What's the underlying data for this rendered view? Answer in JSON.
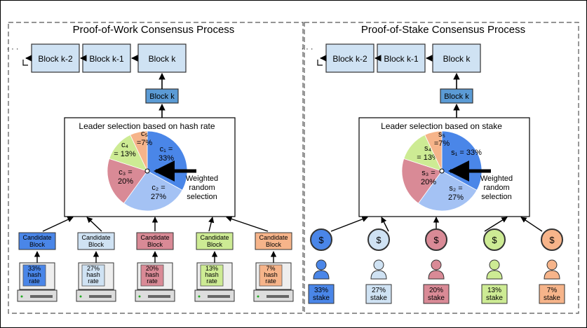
{
  "colors": {
    "blue": "#4a86e8",
    "light_blue": "#cfe2f3",
    "pale_blue": "#a4c2f4",
    "pink": "#d98a96",
    "green": "#cdeb94",
    "orange": "#f6b48a",
    "block_fill": "#cfe2f3",
    "block_k_fill": "#5b9bd5"
  },
  "pow": {
    "title": "Proof-of-Work Consensus Process",
    "chain": [
      "Block k-2",
      "Block k-1",
      "Block k"
    ],
    "ellipsis": "· · ·",
    "new_block": "Block k",
    "leader_title": "Leader selection based on hash rate",
    "selection_label": [
      "Weighted",
      "random",
      "selection"
    ],
    "slices": [
      {
        "value": 33,
        "color": "#4a86e8",
        "label": [
          "c₁ =",
          "33%"
        ]
      },
      {
        "value": 27,
        "color": "#a4c2f4",
        "label": [
          "c₂ =",
          "27%"
        ]
      },
      {
        "value": 20,
        "color": "#d98a96",
        "label": [
          "c₃ =",
          "20%"
        ]
      },
      {
        "value": 13,
        "color": "#cdeb94",
        "label": [
          "c₄",
          "= 13%"
        ]
      },
      {
        "value": 7,
        "color": "#f6b48a",
        "label": [
          "c₅",
          "=7%"
        ]
      }
    ],
    "candidates": [
      {
        "label": [
          "Candidate",
          "Block"
        ],
        "screen": [
          "33%",
          "hash",
          "rate"
        ],
        "color": "#4a86e8"
      },
      {
        "label": [
          "Candidate",
          "Block"
        ],
        "screen": [
          "27%",
          "hash",
          "rate"
        ],
        "color": "#cfe2f3"
      },
      {
        "label": [
          "Candidate",
          "Block"
        ],
        "screen": [
          "20%",
          "hash",
          "rate"
        ],
        "color": "#d98a96"
      },
      {
        "label": [
          "Candidate",
          "Block"
        ],
        "screen": [
          "13%",
          "hash",
          "rate"
        ],
        "color": "#cdeb94"
      },
      {
        "label": [
          "Candidate",
          "Block"
        ],
        "screen": [
          "7%",
          "hash",
          "rate"
        ],
        "color": "#f6b48a"
      }
    ]
  },
  "pos": {
    "title": "Proof-of-Stake Consensus Process",
    "chain": [
      "Block k-2",
      "Block k-1",
      "Block k"
    ],
    "ellipsis": "· · ·",
    "new_block": "Block k",
    "leader_title": "Leader selection based on stake",
    "selection_label": [
      "Weighted",
      "random",
      "selection"
    ],
    "slices": [
      {
        "value": 33,
        "color": "#4a86e8",
        "label": [
          "s₁ = 33%"
        ]
      },
      {
        "value": 27,
        "color": "#a4c2f4",
        "label": [
          "s₂ =",
          "27%"
        ]
      },
      {
        "value": 20,
        "color": "#d98a96",
        "label": [
          "s₃ =",
          "20%"
        ]
      },
      {
        "value": 13,
        "color": "#cdeb94",
        "label": [
          "s₄",
          "= 13%"
        ]
      },
      {
        "value": 7,
        "color": "#f6b48a",
        "label": [
          "s₅",
          "=7%"
        ]
      }
    ],
    "stakers": [
      {
        "coin": "$",
        "stake": [
          "33%",
          "stake"
        ],
        "color": "#4a86e8"
      },
      {
        "coin": "$",
        "stake": [
          "27%",
          "stake"
        ],
        "color": "#cfe2f3"
      },
      {
        "coin": "$",
        "stake": [
          "20%",
          "stake"
        ],
        "color": "#d98a96"
      },
      {
        "coin": "$",
        "stake": [
          "13%",
          "stake"
        ],
        "color": "#cdeb94"
      },
      {
        "coin": "$",
        "stake": [
          "7%",
          "stake"
        ],
        "color": "#f6b48a"
      }
    ]
  }
}
